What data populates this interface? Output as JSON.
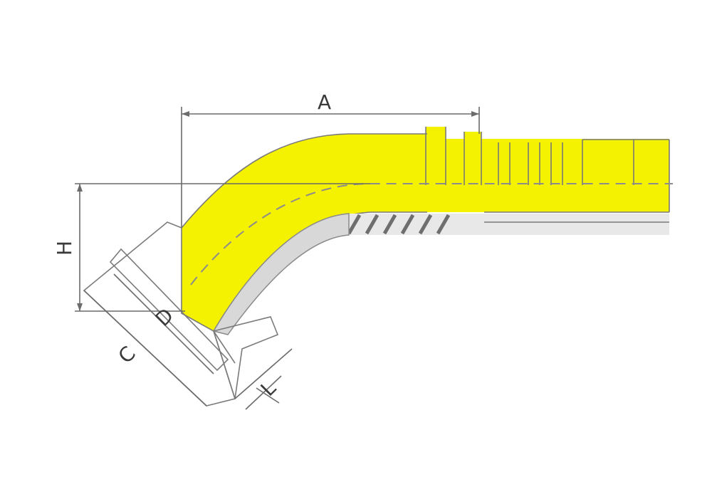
{
  "figure": {
    "colors": {
      "body": "#f4f200",
      "body_edge": "#e8e000",
      "outline": "#7a7a7a",
      "dimension": "#6b6b6b",
      "text": "#3a3a3a",
      "thread": "#6e6e6e",
      "background": "#ffffff"
    },
    "labels": {
      "a": "A",
      "h": "H",
      "c": "C",
      "d": "D",
      "l": "L"
    }
  }
}
